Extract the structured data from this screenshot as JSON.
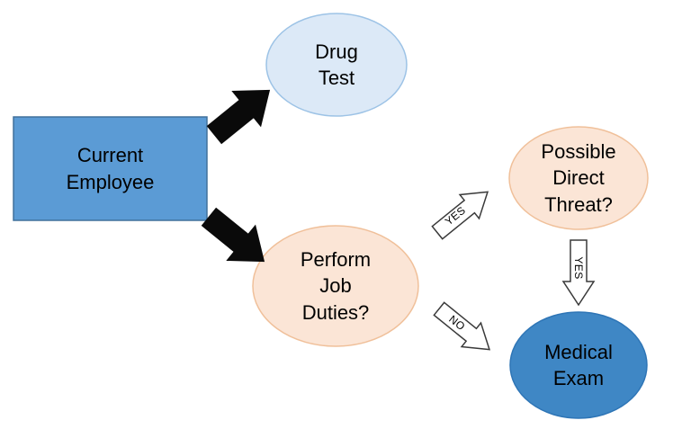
{
  "diagram": {
    "nodes": [
      {
        "id": "current-employee",
        "shape": "rectangle",
        "lines": [
          "Current",
          "Employee"
        ]
      },
      {
        "id": "drug-test",
        "shape": "ellipse",
        "lines": [
          "Drug",
          "Test"
        ]
      },
      {
        "id": "perform-job-duties",
        "shape": "ellipse",
        "lines": [
          "Perform",
          "Job",
          "Duties?"
        ]
      },
      {
        "id": "possible-direct-threat",
        "shape": "ellipse",
        "lines": [
          "Possible",
          "Direct",
          "Threat?"
        ]
      },
      {
        "id": "medical-exam",
        "shape": "ellipse",
        "lines": [
          "Medical",
          "Exam"
        ]
      }
    ],
    "edges": [
      {
        "id": "current-to-drug-test",
        "label": ""
      },
      {
        "id": "current-to-perform-job-duties",
        "label": ""
      },
      {
        "id": "perform-to-threat",
        "label": "YES"
      },
      {
        "id": "threat-to-exam",
        "label": "YES"
      },
      {
        "id": "perform-to-exam",
        "label": "NO"
      }
    ],
    "colors": {
      "background": "#ffffff",
      "node_blue": "#5b9bd5",
      "node_blue_border": "#41719c",
      "node_lightblue": "#dce9f7",
      "node_lightblue_border": "#9dc3e6",
      "node_peach": "#fbe5d6",
      "node_peach_border": "#f0c09a",
      "node_darkblue": "#3f87c5",
      "node_darkblue_border": "#2e75b6",
      "arrow_black": "#0a0a0a",
      "arrow_white": "#ffffff",
      "arrow_outline": "#3a3a3a",
      "text": "#000000"
    }
  }
}
